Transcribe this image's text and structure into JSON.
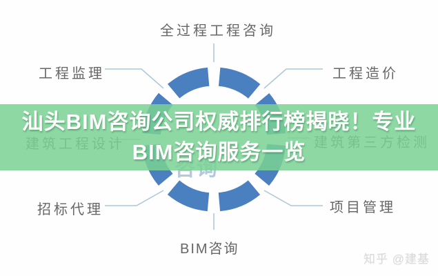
{
  "title": {
    "line1": "汕头BIM咨询公司权威排行榜揭晓！专业",
    "line2": "BIM咨询服务一览"
  },
  "diagram": {
    "center_partial_text": "咨询",
    "nodes": {
      "top": "全过程工程咨询",
      "top_left": "工程监理",
      "top_right": "工程造价",
      "mid_left": "建筑工程设计",
      "mid_right": "建筑第三方检测",
      "bottom_left": "招标代理",
      "bottom_right": "项目管理",
      "bottom": "BIM咨询"
    }
  },
  "watermark": {
    "text": "知乎 @建基"
  },
  "colors": {
    "ring_blue": "#4a7fc0",
    "connector_line": "#aac7d7",
    "label_gray": "#666666",
    "band_green": "#7ad293",
    "title_white": "#ffffff",
    "watermark_gray": "#d9d9d9",
    "background": "#fefefe"
  }
}
